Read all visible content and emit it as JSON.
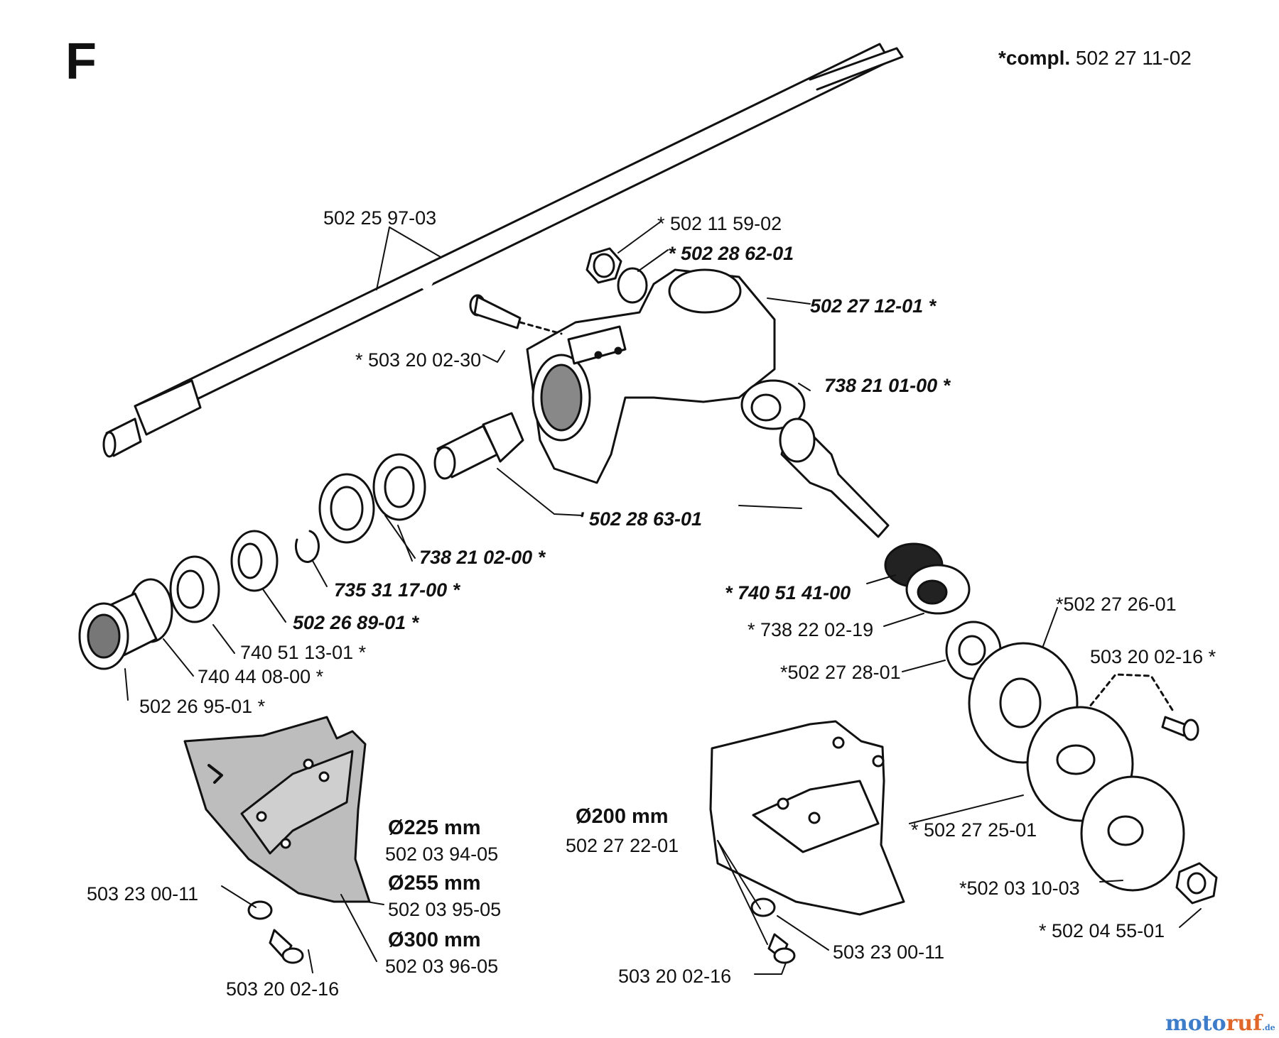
{
  "section_letter": "F",
  "compl": {
    "prefix": "*compl.",
    "number": "502 27 11-02"
  },
  "labels": {
    "shaft": "502 25 97-03",
    "nut_top": "* 502 11 59-02",
    "oring_top": "* 502 28 62-01",
    "housing": "502 27 12-01 *",
    "screw_housing": "* 503 20 02-30",
    "bearing_right": "738 21 01-00 *",
    "pinion": "' 502 28 63-01",
    "bearing_left": "738 21 02-00 *",
    "circlip": "735 31 17-00 *",
    "spacer": "502 26 89-01 *",
    "seal_left": "740 51 13-01 *",
    "oring_left": "740 44 08-00 *",
    "sleeve": "502 26 95-01 *",
    "seal_right": "* 740 51 41-00",
    "bearing_lower": "* 738 22 02-19",
    "washer_right": "*502 27 28-01",
    "flange": "*502 27 26-01",
    "screw_right": "503 20 02-16 *",
    "hub": "* 502 27 25-01",
    "cup": "*502 03 10-03",
    "nut_bottom": "* 502 04 55-01",
    "guard_left_225_size": "Ø225 mm",
    "guard_left_225_num": "502 03 94-05",
    "guard_left_255_size": "Ø255 mm",
    "guard_left_255_num": "502 03 95-05",
    "guard_left_300_size": "Ø300 mm",
    "guard_left_300_num": "502 03 96-05",
    "washer_left_guard": "503 23 00-11",
    "screw_left_guard": "503 20 02-16",
    "guard_right_size": "Ø200 mm",
    "guard_right_num": "502 27 22-01",
    "washer_right_guard": "503 23 00-11",
    "screw_right_guard": "503 20 02-16"
  },
  "watermark": {
    "part1": "moto",
    "part2": "ruf",
    "tld": ".de"
  }
}
